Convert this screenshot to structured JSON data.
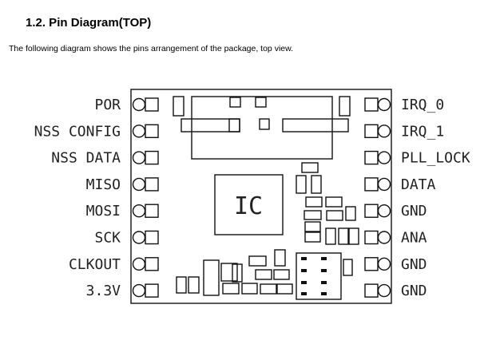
{
  "section": {
    "heading": "1.2. Pin Diagram(TOP)",
    "description": "The following diagram shows the pins arrangement of the  package, top view."
  },
  "diagram": {
    "ic_label": "IC",
    "left_pins": [
      "POR",
      "NSS CONFIG",
      "NSS DATA",
      "MISO",
      "MOSI",
      "SCK",
      "CLKOUT",
      "3.3V"
    ],
    "right_pins": [
      "IRQ_0",
      "IRQ_1",
      "PLL_LOCK",
      "DATA",
      "GND",
      "ANA",
      "GND",
      "GND"
    ]
  }
}
